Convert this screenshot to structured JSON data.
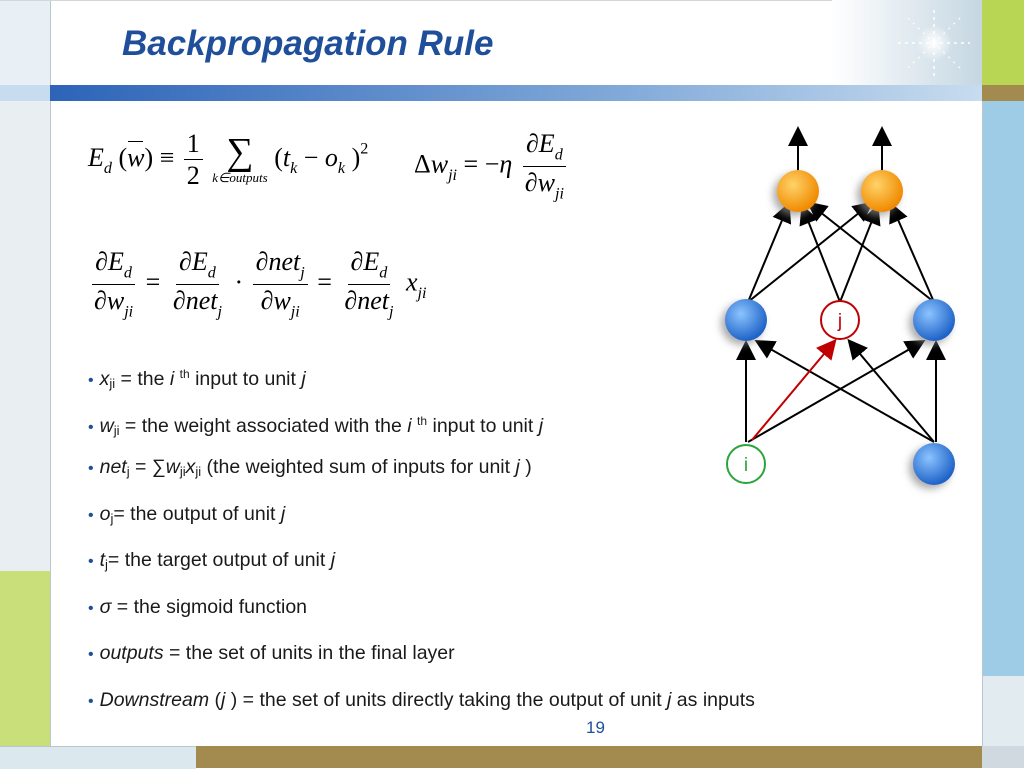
{
  "title": "Backpropagation Rule",
  "page_number": "19",
  "colors": {
    "title": "#1f4e9b",
    "accent_green": "#c9df7a",
    "accent_blue": "#8fc1e0",
    "bar_gold": "#a38a4e",
    "node_orange": "#f5a400",
    "node_blue": "#2f7fd8",
    "highlight_red": "#c00000",
    "input_green": "#2aa53a"
  },
  "bullets": [
    {
      "var": "x",
      "sub": "ji",
      "mid": " = the ",
      "i": "i",
      "sup": "th",
      "rest": " input to unit ",
      "j": "j",
      "tail": ""
    },
    {
      "var": "w",
      "sub": "ji",
      "mid": " = the weight associated with the ",
      "i": "i",
      "sup": "th",
      "rest": " input to unit ",
      "j": "j",
      "tail": ""
    },
    {
      "var": "net",
      "sub": "j",
      "mid": " = ∑",
      "w": "w",
      "wsub": "ji",
      "x": "x",
      "xsub": "ji",
      "rest": " (the weighted sum of inputs for unit ",
      "j": "j",
      "tail": " )"
    },
    {
      "var": "o",
      "sub": "j",
      "rest": "= the output of unit ",
      "j": "j"
    },
    {
      "var": "t",
      "sub": "j",
      "rest": "= the target output of unit ",
      "j": "j"
    },
    {
      "var": "σ",
      "rest": " = the sigmoid function"
    },
    {
      "var": "outputs",
      "rest": " = the set of units in the final layer"
    },
    {
      "var": "Downstream",
      "mid": " (",
      "j": "j",
      "rest": " ) = the set of units directly taking the output of unit ",
      "j2": "j",
      "tail": " as inputs"
    }
  ],
  "diagram": {
    "hidden_label": "j",
    "input_label": "i"
  }
}
